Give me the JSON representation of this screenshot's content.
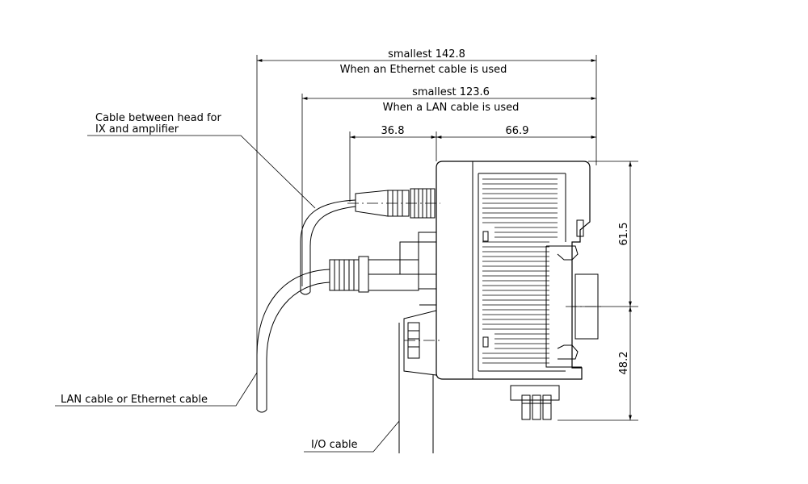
{
  "dimensions": {
    "overall_ethernet_value": "smallest 142.8",
    "overall_ethernet_note": "When an Ethernet cable is used",
    "overall_lan_value": "smallest 123.6",
    "overall_lan_note": "When a LAN cable is used",
    "connector_length": "36.8",
    "body_depth": "66.9",
    "upper_height": "61.5",
    "lower_height": "48.2"
  },
  "callouts": {
    "head_cable_line1": "Cable between head for",
    "head_cable_line2": "IX and amplifier",
    "lan_cable": "LAN cable or Ethernet cable",
    "io_cable": "I/O cable"
  }
}
